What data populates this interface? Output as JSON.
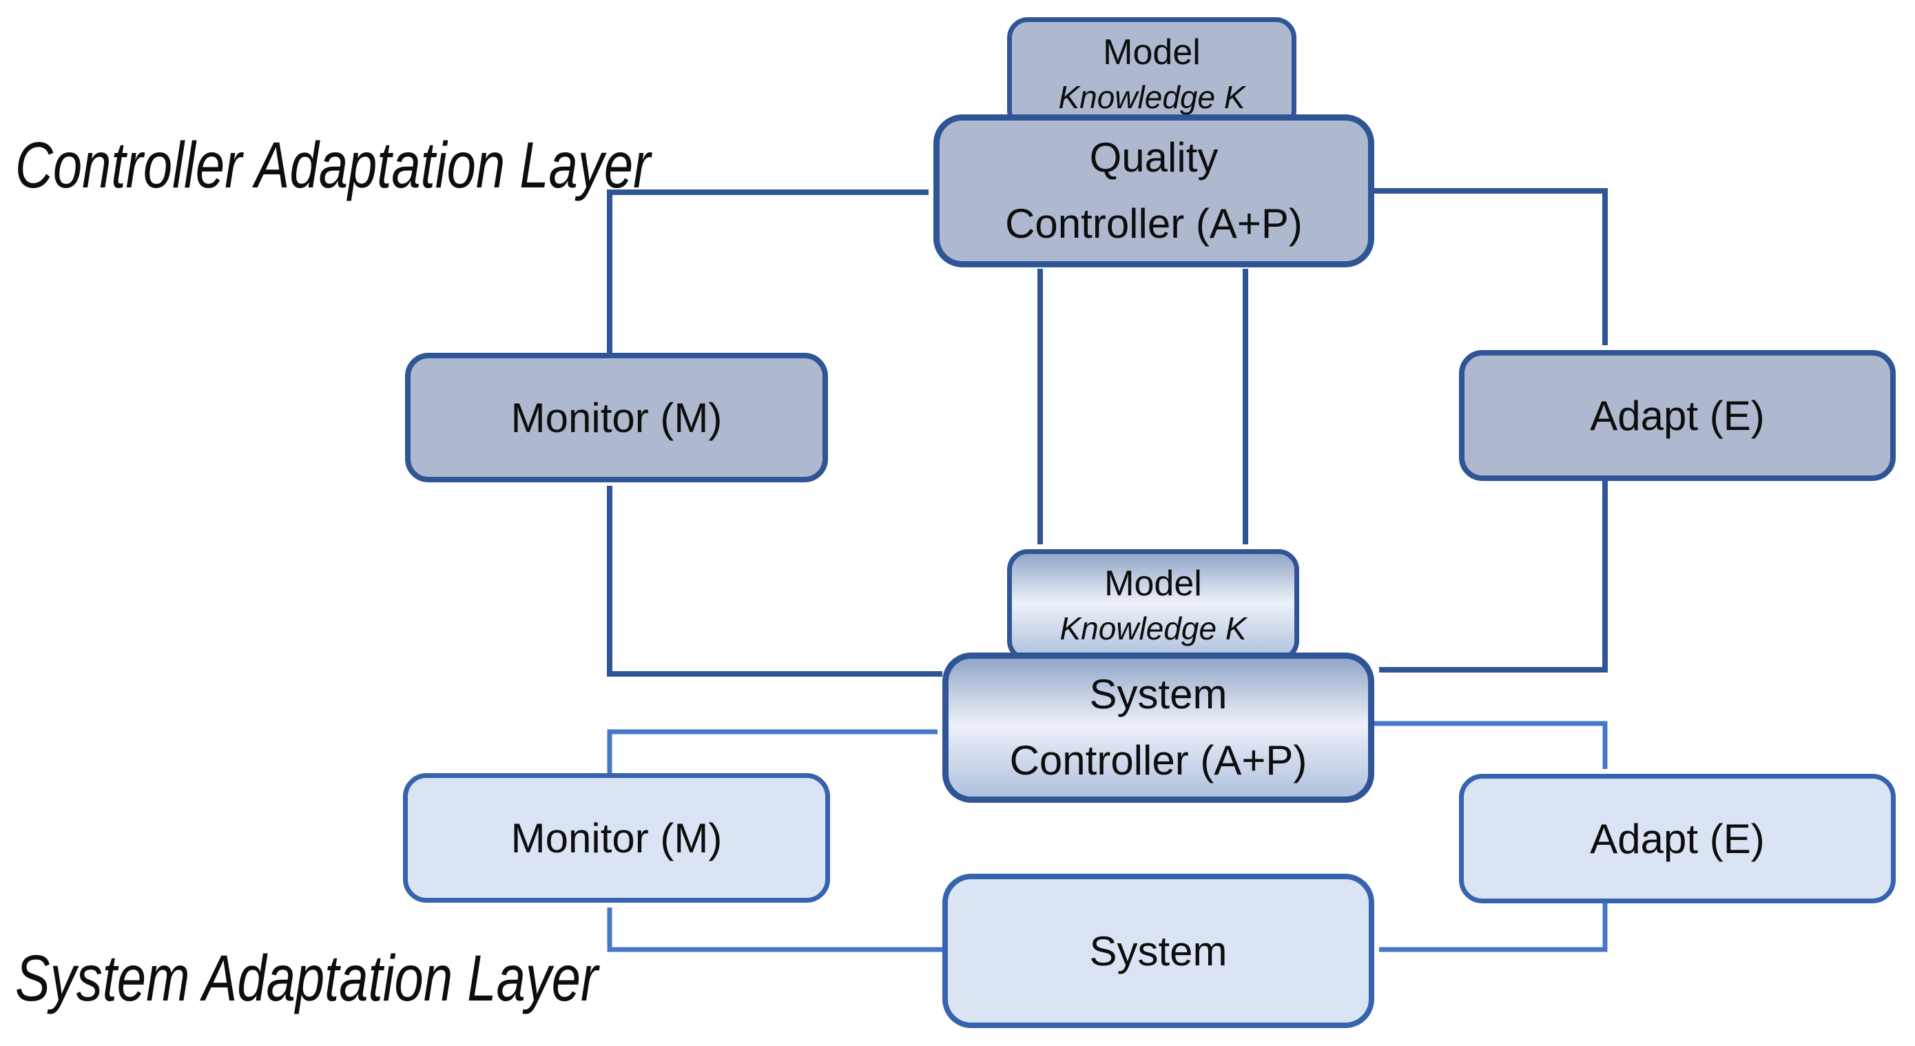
{
  "colors": {
    "background": "#ffffff",
    "top_box_fill": "#aeb8ce",
    "top_box_border": "#2f5597",
    "gradient_top": "#92a7c8",
    "gradient_mid": "#edf1f9",
    "gradient_bottom": "#b0c1de",
    "bottom_box_fill": "#dbe4f5",
    "bottom_box_border": "#3563ae",
    "arrow_dark": "#2f5597",
    "arrow_light": "#4678c8",
    "text": "#0d0d0d"
  },
  "labels": {
    "controller_layer": "Controller Adaptation Layer",
    "system_layer": "System Adaptation Layer"
  },
  "boxes": {
    "model_top": {
      "title": "Model",
      "subtitle": "Knowledge K"
    },
    "quality_controller": {
      "line1": "Quality",
      "line2": "Controller (A+P)"
    },
    "monitor_top": {
      "label": "Monitor (M)"
    },
    "adapt_top": {
      "label": "Adapt (E)"
    },
    "model_middle": {
      "title": "Model",
      "subtitle": "Knowledge K"
    },
    "system_controller": {
      "line1": "System",
      "line2": "Controller (A+P)"
    },
    "monitor_bottom": {
      "label": "Monitor (M)"
    },
    "adapt_bottom": {
      "label": "Adapt (E)"
    },
    "system": {
      "label": "System"
    }
  }
}
